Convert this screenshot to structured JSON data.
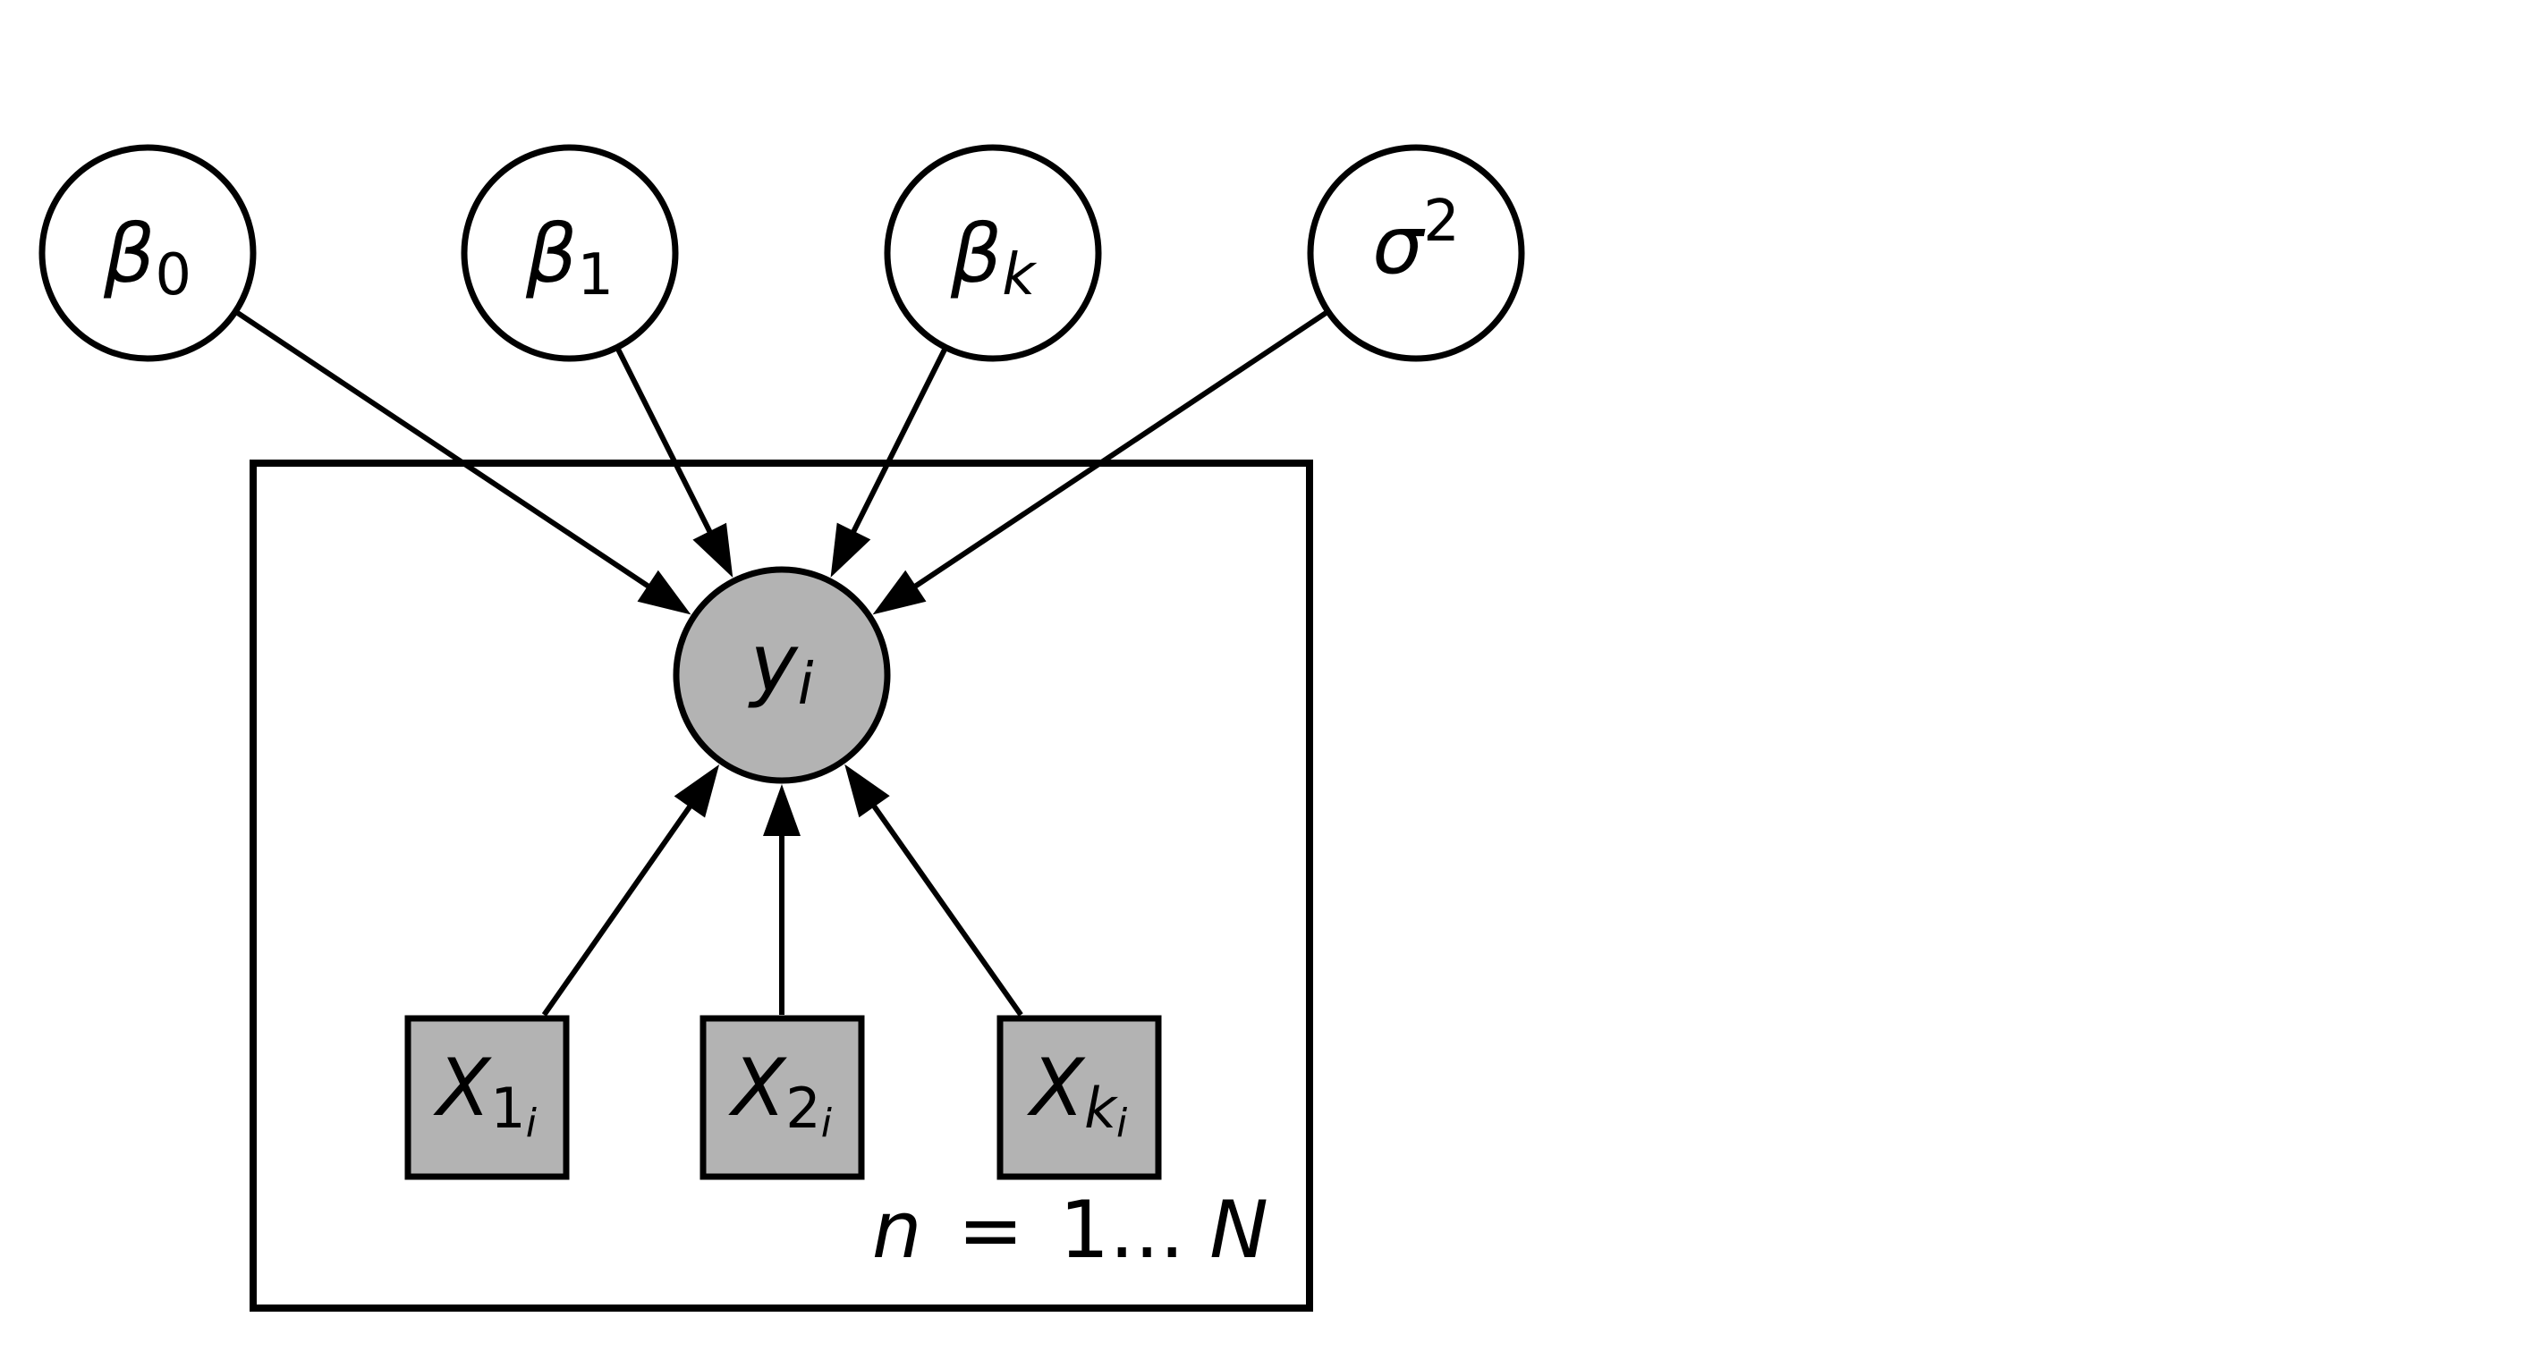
{
  "diagram": {
    "type": "probabilistic-graphical-model",
    "title": "",
    "nodes": [
      {
        "id": "beta0",
        "kind": "latent",
        "shape": "circle",
        "label": {
          "base": "β",
          "sub": "0",
          "sub_italic": false
        }
      },
      {
        "id": "beta1",
        "kind": "latent",
        "shape": "circle",
        "label": {
          "base": "β",
          "sub": "1",
          "sub_italic": false
        }
      },
      {
        "id": "betak",
        "kind": "latent",
        "shape": "circle",
        "label": {
          "base": "β",
          "sub": "k",
          "sub_italic": true
        }
      },
      {
        "id": "sigma2",
        "kind": "latent",
        "shape": "circle",
        "label": {
          "base": "σ",
          "sup": "2"
        }
      },
      {
        "id": "yi",
        "kind": "observed",
        "shape": "circle",
        "label": {
          "base": "y",
          "sub": "i",
          "sub_italic": true
        }
      },
      {
        "id": "x1i",
        "kind": "fixed",
        "shape": "square",
        "label": {
          "base": "X",
          "sub": "1",
          "sub_italic": false,
          "subsub": "i"
        }
      },
      {
        "id": "x2i",
        "kind": "fixed",
        "shape": "square",
        "label": {
          "base": "X",
          "sub": "2",
          "sub_italic": false,
          "subsub": "i"
        }
      },
      {
        "id": "xki",
        "kind": "fixed",
        "shape": "square",
        "label": {
          "base": "X",
          "sub": "k",
          "sub_italic": true,
          "subsub": "i"
        }
      }
    ],
    "edges": [
      {
        "from": "beta0",
        "to": "yi"
      },
      {
        "from": "beta1",
        "to": "yi"
      },
      {
        "from": "betak",
        "to": "yi"
      },
      {
        "from": "sigma2",
        "to": "yi"
      },
      {
        "from": "x1i",
        "to": "yi"
      },
      {
        "from": "x2i",
        "to": "yi"
      },
      {
        "from": "xki",
        "to": "yi"
      }
    ],
    "plate": {
      "contains": [
        "yi",
        "x1i",
        "x2i",
        "xki"
      ],
      "label": {
        "var": "n",
        "eq": "=",
        "range": "1...",
        "upper": "N"
      }
    },
    "colors": {
      "observed_fill": "#b3b3b3",
      "latent_fill": "#ffffff",
      "stroke": "#000000"
    }
  }
}
